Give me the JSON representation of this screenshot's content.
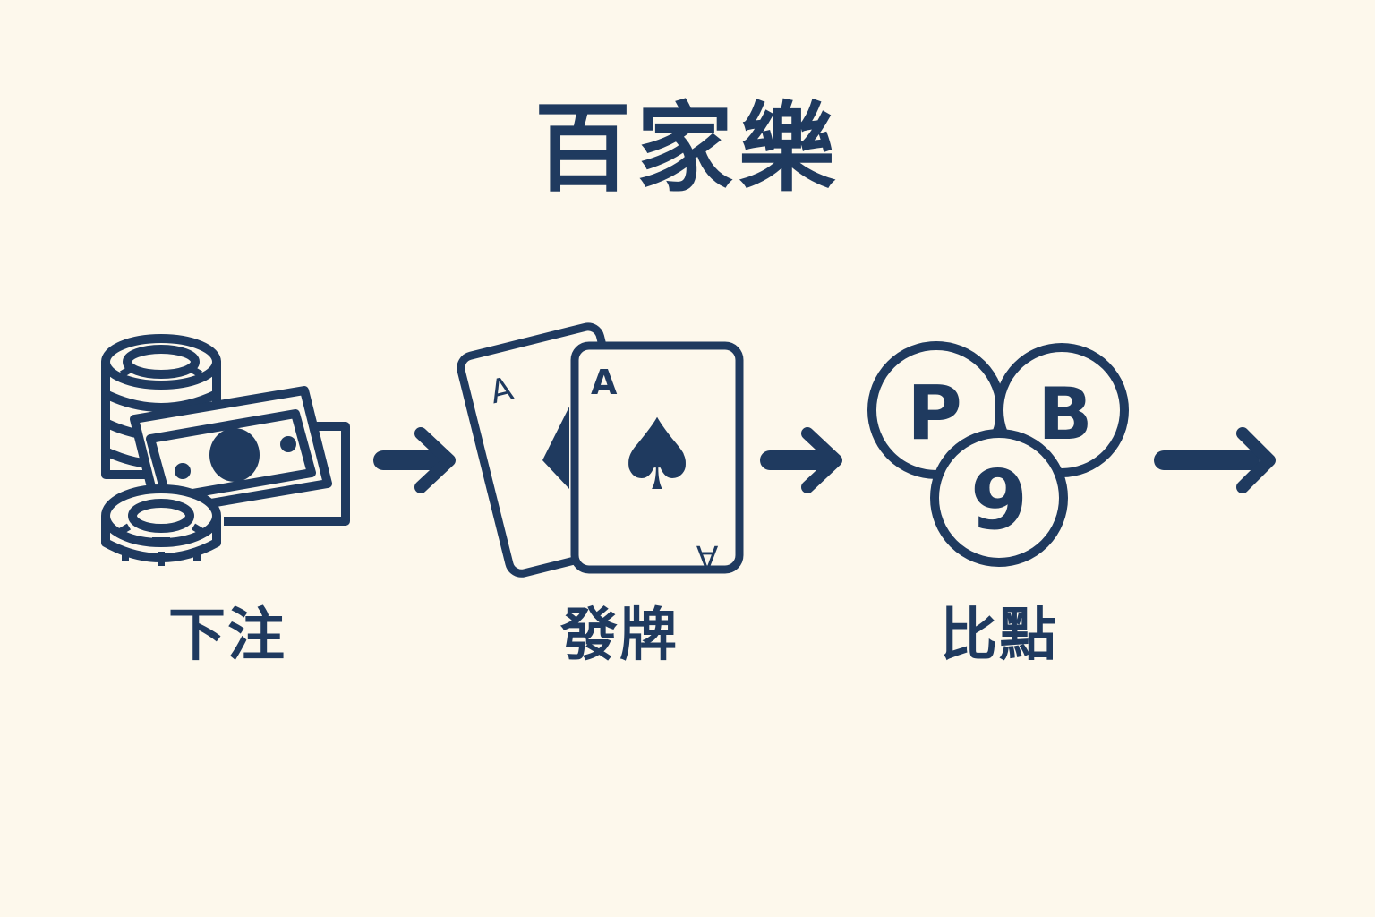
{
  "title": "百家樂",
  "colors": {
    "ink": "#1f3a5f",
    "background": "#fdf8ec"
  },
  "steps": [
    {
      "label": "下注",
      "icon": "chips-and-cash-icon"
    },
    {
      "label": "發牌",
      "icon": "playing-cards-icon"
    },
    {
      "label": "比點",
      "icon": "player-banker-points-icon"
    }
  ],
  "cards": {
    "rank": "A",
    "suit": "♠"
  },
  "points": {
    "player": "P",
    "banker": "B",
    "value": "9"
  }
}
